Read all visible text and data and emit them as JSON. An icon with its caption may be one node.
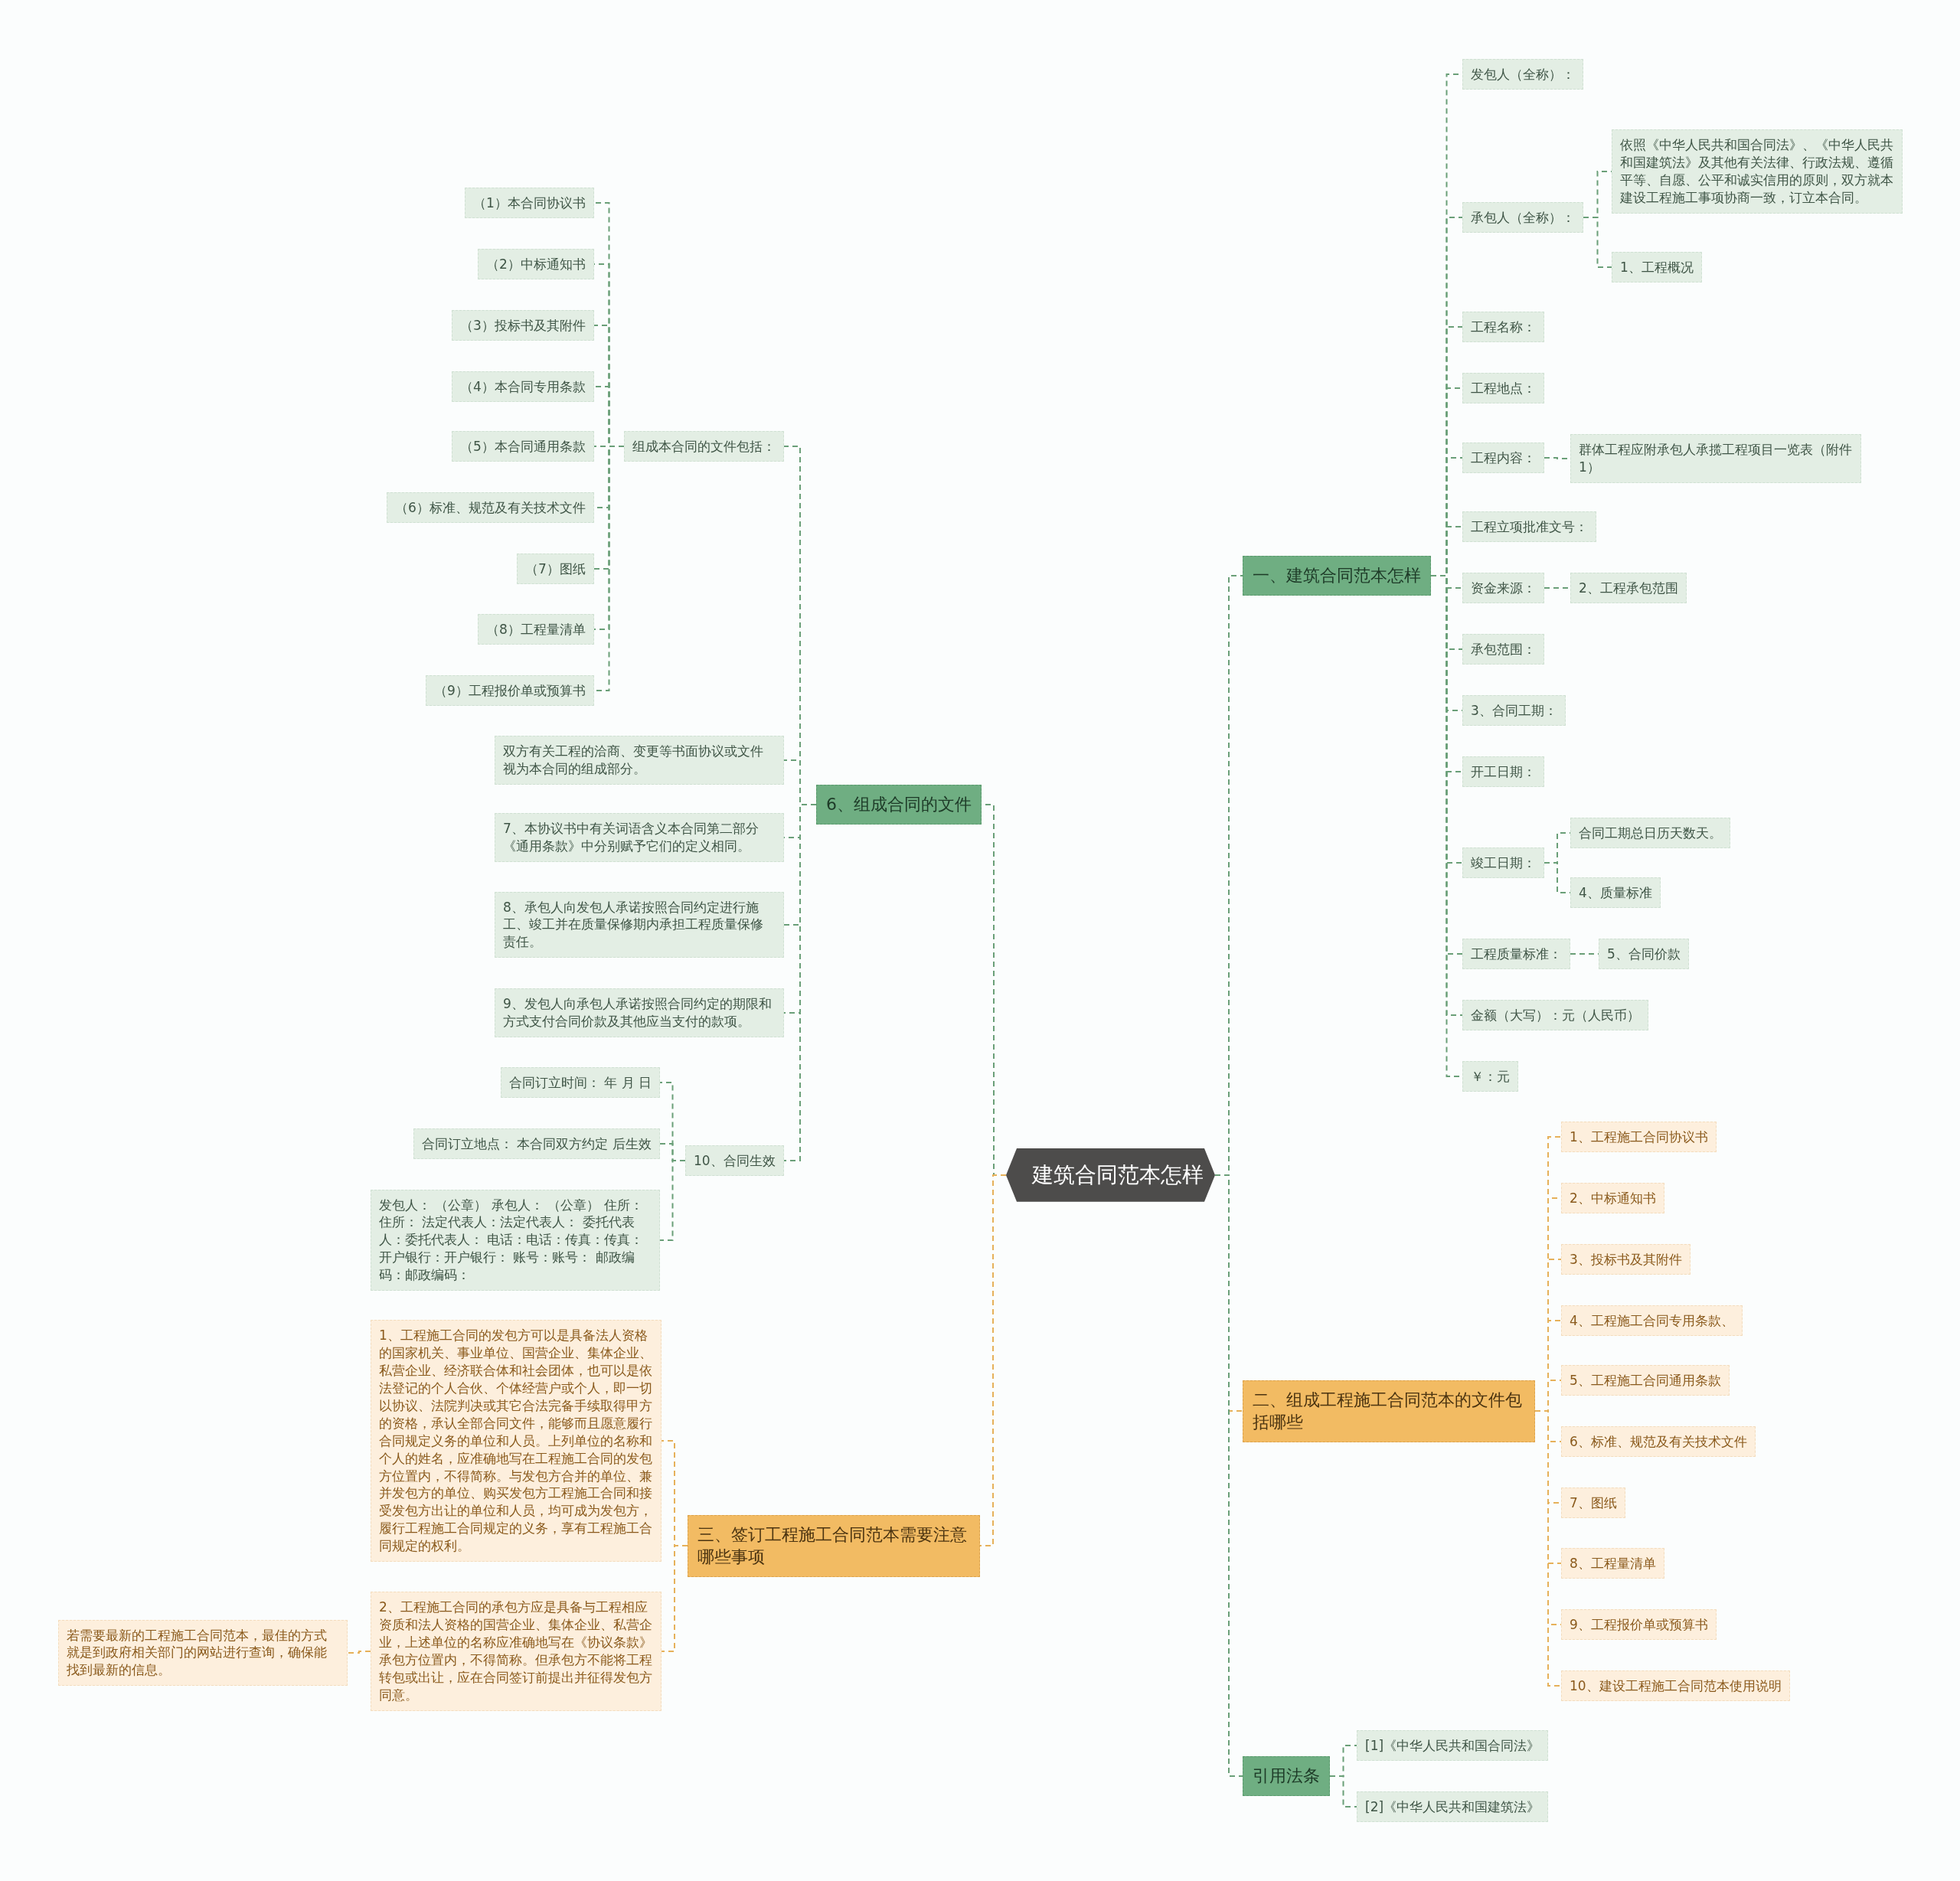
{
  "diagram": {
    "nodes": [
      {
        "text": [
          "建筑合同范本怎样"
        ]
      },
      {
        "text": [
          "一、建筑合同范本怎样"
        ]
      },
      {
        "text": [
          "发包人（全称）："
        ]
      },
      {
        "text": [
          "承包人（全称）："
        ]
      },
      {
        "text": [
          "依照《中华人民共和国合同法》、《中华人民共和国建筑法》及其他有关法律、行政法规、遵循平等、自愿、公平和诚实信用的原则，双方就本建设工程施工事项协商一致，订立本合同。"
        ]
      },
      {
        "text": [
          "1、工程概况"
        ]
      },
      {
        "text": [
          "工程名称："
        ]
      },
      {
        "text": [
          "工程地点："
        ]
      },
      {
        "text": [
          "工程内容："
        ]
      },
      {
        "text": [
          "群体工程应附承包人承揽工程项目一览表（附件1）"
        ]
      },
      {
        "text": [
          "工程立项批准文号："
        ]
      },
      {
        "text": [
          "资金来源："
        ]
      },
      {
        "text": [
          "2、工程承包范围"
        ]
      },
      {
        "text": [
          "承包范围："
        ]
      },
      {
        "text": [
          "3、合同工期："
        ]
      },
      {
        "text": [
          "开工日期："
        ]
      },
      {
        "text": [
          "竣工日期："
        ]
      },
      {
        "text": [
          "合同工期总日历天数天。"
        ]
      },
      {
        "text": [
          "4、质量标准"
        ]
      },
      {
        "text": [
          "工程质量标准："
        ]
      },
      {
        "text": [
          "5、合同价款"
        ]
      },
      {
        "text": [
          "金额（大写）：元（人民币）"
        ]
      },
      {
        "text": [
          "￥：元"
        ]
      },
      {
        "text": [
          "二、组成工程施工合同范本的文件包括哪些"
        ]
      },
      {
        "text": [
          "1、工程施工合同协议书"
        ]
      },
      {
        "text": [
          "2、中标通知书"
        ]
      },
      {
        "text": [
          "3、投标书及其附件"
        ]
      },
      {
        "text": [
          "4、工程施工合同专用条款、"
        ]
      },
      {
        "text": [
          "5、工程施工合同通用条款"
        ]
      },
      {
        "text": [
          "6、标准、规范及有关技术文件"
        ]
      },
      {
        "text": [
          "7、图纸"
        ]
      },
      {
        "text": [
          "8、工程量清单"
        ]
      },
      {
        "text": [
          "9、工程报价单或预算书"
        ]
      },
      {
        "text": [
          "10、建设工程施工合同范本使用说明"
        ]
      },
      {
        "text": [
          "引用法条"
        ]
      },
      {
        "text": [
          "[1]《中华人民共和国合同法》"
        ]
      },
      {
        "text": [
          "[2]《中华人民共和国建筑法》"
        ]
      },
      {
        "text": [
          "6、组成合同的文件"
        ]
      },
      {
        "text": [
          "组成本合同的文件包括："
        ]
      },
      {
        "text": [
          "（1）本合同协议书"
        ]
      },
      {
        "text": [
          "（2）中标通知书"
        ]
      },
      {
        "text": [
          "（3）投标书及其附件"
        ]
      },
      {
        "text": [
          "（4）本合同专用条款"
        ]
      },
      {
        "text": [
          "（5）本合同通用条款"
        ]
      },
      {
        "text": [
          "（6）标准、规范及有关技术文件"
        ]
      },
      {
        "text": [
          "（7）图纸"
        ]
      },
      {
        "text": [
          "（8）工程量清单"
        ]
      },
      {
        "text": [
          "（9）工程报价单或预算书"
        ]
      },
      {
        "text": [
          "双方有关工程的洽商、变更等书面协议或文件视为本合同的组成部分。"
        ]
      },
      {
        "text": [
          "7、本协议书中有关词语含义本合同第二部分《通用条款》中分别赋予它们的定义相同。"
        ]
      },
      {
        "text": [
          "8、承包人向发包人承诺按照合同约定进行施工、竣工并在质量保修期内承担工程质量保修责任。"
        ]
      },
      {
        "text": [
          "9、发包人向承包人承诺按照合同约定的期限和方式支付合同价款及其他应当支付的款项。"
        ]
      },
      {
        "text": [
          "10、合同生效"
        ]
      },
      {
        "text": [
          "合同订立时间： 年 月 日"
        ]
      },
      {
        "text": [
          "合同订立地点： 本合同双方约定 后生效"
        ]
      },
      {
        "text": [
          "发包人： （公章） 承包人： （公章） 住所：住所： 法定代表人：法定代表人： 委托代表人：委托代表人： 电话：电话：传真：传真：开户银行：开户银行： 账号：账号： 邮政编码：邮政编码："
        ]
      },
      {
        "text": [
          "三、签订工程施工合同范本需要注意哪些事项"
        ]
      },
      {
        "text": [
          "1、工程施工合同的发包方可以是具备法人资格的国家机关、事业单位、国营企业、集体企业、私营企业、经济联合体和社会团体，也可以是依法登记的个人合伙、个体经营户或个人，即一切以协议、法院判决或其它合法完备手续取得甲方的资格，承认全部合同文件，能够而且愿意履行合同规定义务的单位和人员。上列单位的名称和个人的姓名，应准确地写在工程施工合同的发包方位置内，不得简称。与发包方合并的单位、兼并发包方的单位、购买发包方工程施工合同和接受发包方出让的单位和人员，均可成为发包方，履行工程施工合同规定的义务，享有工程施工合同规定的权利。"
        ]
      },
      {
        "text": [
          "2、工程施工合同的承包方应是具备与工程相应资质和法人资格的国营企业、集体企业、私营企业，上述单位的名称应准确地写在《协议条款》承包方位置内，不得简称。但承包方不能将工程转包或出让，应在合同签订前提出并征得发包方同意。"
        ]
      },
      {
        "text": [
          "若需要最新的工程施工合同范本，最佳的方式就是到政府相关部门的网站进行查询，确保能找到最新的信息。"
        ]
      }
    ],
    "edges": [
      {
        "from": 0,
        "to": 1,
        "arrow": "none"
      },
      {
        "from": 1,
        "to": 2,
        "arrow": "none"
      },
      {
        "from": 1,
        "to": 3,
        "arrow": "none"
      },
      {
        "from": 3,
        "to": 4,
        "arrow": "none"
      },
      {
        "from": 3,
        "to": 5,
        "arrow": "none"
      },
      {
        "from": 1,
        "to": 6,
        "arrow": "none"
      },
      {
        "from": 1,
        "to": 7,
        "arrow": "none"
      },
      {
        "from": 1,
        "to": 8,
        "arrow": "none"
      },
      {
        "from": 8,
        "to": 9,
        "arrow": "none"
      },
      {
        "from": 1,
        "to": 10,
        "arrow": "none"
      },
      {
        "from": 1,
        "to": 11,
        "arrow": "none"
      },
      {
        "from": 11,
        "to": 12,
        "arrow": "none"
      },
      {
        "from": 1,
        "to": 13,
        "arrow": "none"
      },
      {
        "from": 1,
        "to": 14,
        "arrow": "none"
      },
      {
        "from": 1,
        "to": 15,
        "arrow": "none"
      },
      {
        "from": 1,
        "to": 16,
        "arrow": "none"
      },
      {
        "from": 16,
        "to": 17,
        "arrow": "none"
      },
      {
        "from": 16,
        "to": 18,
        "arrow": "none"
      },
      {
        "from": 1,
        "to": 19,
        "arrow": "none"
      },
      {
        "from": 19,
        "to": 20,
        "arrow": "none"
      },
      {
        "from": 1,
        "to": 21,
        "arrow": "none"
      },
      {
        "from": 1,
        "to": 22,
        "arrow": "none"
      },
      {
        "from": 0,
        "to": 23,
        "arrow": "none",
        "color": "#e6b15a"
      },
      {
        "from": 23,
        "to": 24,
        "arrow": "none",
        "color": "#e6b15a"
      },
      {
        "from": 23,
        "to": 25,
        "arrow": "none",
        "color": "#e6b15a"
      },
      {
        "from": 23,
        "to": 26,
        "arrow": "none",
        "color": "#e6b15a"
      },
      {
        "from": 23,
        "to": 27,
        "arrow": "none",
        "color": "#e6b15a"
      },
      {
        "from": 23,
        "to": 28,
        "arrow": "none",
        "color": "#e6b15a"
      },
      {
        "from": 23,
        "to": 29,
        "arrow": "none",
        "color": "#e6b15a"
      },
      {
        "from": 23,
        "to": 30,
        "arrow": "none",
        "color": "#e6b15a"
      },
      {
        "from": 23,
        "to": 31,
        "arrow": "none",
        "color": "#e6b15a"
      },
      {
        "from": 23,
        "to": 32,
        "arrow": "none",
        "color": "#e6b15a"
      },
      {
        "from": 23,
        "to": 33,
        "arrow": "none",
        "color": "#e6b15a"
      },
      {
        "from": 0,
        "to": 34,
        "arrow": "none"
      },
      {
        "from": 34,
        "to": 35,
        "arrow": "none"
      },
      {
        "from": 34,
        "to": 36,
        "arrow": "none"
      },
      {
        "from": 0,
        "to": 37,
        "arrow": "none"
      },
      {
        "from": 37,
        "to": 38,
        "arrow": "none"
      },
      {
        "from": 38,
        "to": 39,
        "arrow": "none"
      },
      {
        "from": 38,
        "to": 40,
        "arrow": "none"
      },
      {
        "from": 38,
        "to": 41,
        "arrow": "none"
      },
      {
        "from": 38,
        "to": 42,
        "arrow": "none"
      },
      {
        "from": 38,
        "to": 43,
        "arrow": "none"
      },
      {
        "from": 38,
        "to": 44,
        "arrow": "none"
      },
      {
        "from": 38,
        "to": 45,
        "arrow": "none"
      },
      {
        "from": 38,
        "to": 46,
        "arrow": "none"
      },
      {
        "from": 38,
        "to": 47,
        "arrow": "none"
      },
      {
        "from": 37,
        "to": 48,
        "arrow": "none"
      },
      {
        "from": 37,
        "to": 49,
        "arrow": "none"
      },
      {
        "from": 37,
        "to": 50,
        "arrow": "none"
      },
      {
        "from": 37,
        "to": 51,
        "arrow": "none"
      },
      {
        "from": 37,
        "to": 52,
        "arrow": "none"
      },
      {
        "from": 52,
        "to": 53,
        "arrow": "none"
      },
      {
        "from": 52,
        "to": 54,
        "arrow": "none"
      },
      {
        "from": 52,
        "to": 55,
        "arrow": "none"
      },
      {
        "from": 0,
        "to": 56,
        "arrow": "none",
        "color": "#e6b15a"
      },
      {
        "from": 56,
        "to": 57,
        "arrow": "none",
        "color": "#e6b15a"
      },
      {
        "from": 56,
        "to": 58,
        "arrow": "none",
        "color": "#e6b15a"
      },
      {
        "from": 58,
        "to": 59,
        "arrow": "none",
        "color": "#e6b15a"
      }
    ]
  }
}
